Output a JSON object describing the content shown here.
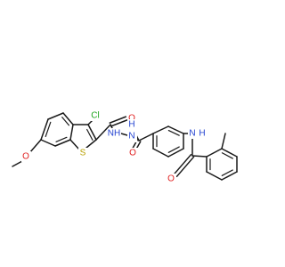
{
  "figure": {
    "atoms": [
      {
        "id": "cl",
        "text": "Cl",
        "color": "#1fa51f"
      },
      {
        "id": "s",
        "text": "S",
        "color": "#b8a000"
      },
      {
        "id": "o_me",
        "text": "O",
        "color": "#e02020"
      },
      {
        "id": "o1",
        "text": "O",
        "color": "#e02020"
      },
      {
        "id": "nh1",
        "text": "NH",
        "color": "#1f3fd0"
      },
      {
        "id": "n2",
        "text": "N",
        "color": "#1f3fd0"
      },
      {
        "id": "h2",
        "text": "H",
        "color": "#1f3fd0"
      },
      {
        "id": "o2",
        "text": "O",
        "color": "#e02020"
      },
      {
        "id": "n3",
        "text": "N",
        "color": "#1f3fd0"
      },
      {
        "id": "h3",
        "text": "H",
        "color": "#1f3fd0"
      },
      {
        "id": "o3",
        "text": "O",
        "color": "#e02020"
      }
    ]
  }
}
